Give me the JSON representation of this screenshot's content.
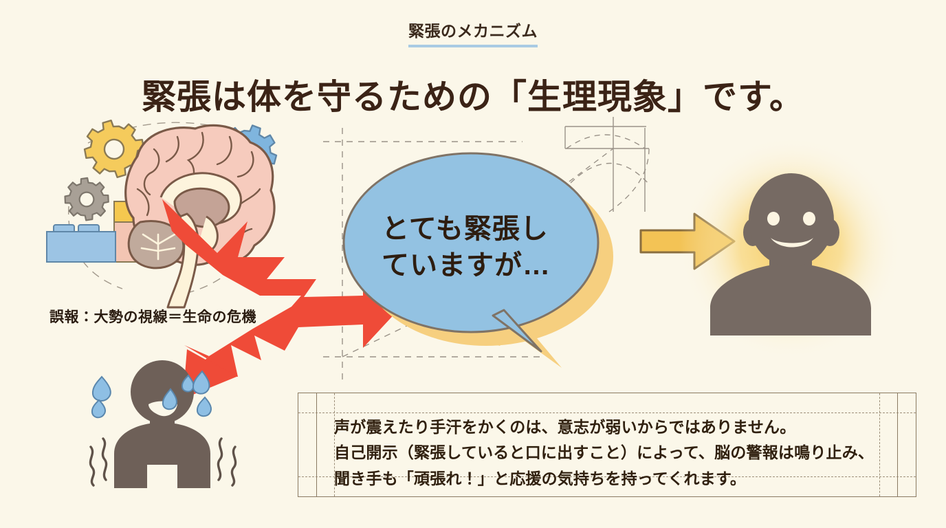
{
  "header": {
    "eyebrow": "緊張のメカニズム",
    "headline": "緊張は体を守るための「生理現象」です。",
    "underline_color": "#a9cbe3",
    "headline_color": "#3b2316"
  },
  "brain_panel": {
    "caption": "誤報：大勢の視線＝生命の危機",
    "gears": [
      {
        "name": "gear-yellow",
        "color": "#f5cb5c"
      },
      {
        "name": "gear-gray",
        "color": "#a8a096"
      },
      {
        "name": "gear-blue",
        "color": "#7fb5de"
      }
    ],
    "blocks": [
      {
        "name": "block-blue",
        "color": "#9cc4e4"
      },
      {
        "name": "block-yellow",
        "color": "#f5c84f"
      },
      {
        "name": "block-pink",
        "color": "#f3c5b3"
      }
    ],
    "brain_color": "#f6cbbd",
    "brain_outline": "#7a5a48"
  },
  "lightning": {
    "label": "red-lightning-double-arrow",
    "color": "#ef4b38"
  },
  "nervous_person": {
    "label": "nervous-person-silhouette",
    "body_color": "#6e6058",
    "sweat_color": "#8ebfe4",
    "tremble_color": "#5f5249"
  },
  "bubble": {
    "lines": [
      "とても緊張し",
      "ていますが…"
    ],
    "fill": "#93c2e2",
    "shadow_fill": "#f6cf7f",
    "stroke": "#7f7366",
    "text_color": "#2e1d10"
  },
  "transition_arrow": {
    "label": "yellow-right-arrow",
    "fill": "#f3c355",
    "stroke": "#8a6e3e"
  },
  "calm_person": {
    "label": "smiling-person-silhouette",
    "body_color": "#766a63",
    "glow_color": "#f7c95a"
  },
  "note": {
    "lines": [
      "声が震えたり手汗をかくのは、意志が弱いからではありません。",
      "自己開示（緊張していると口に出すこと）によって、脳の警報は鳴り止み、",
      "聞き手も「頑張れ！」と応援の気持ちを持ってくれます。"
    ],
    "border_color": "#8a7a62",
    "dash_color": "#9c8e78",
    "text_color": "#30200f"
  },
  "canvas": {
    "background": "#fbf7e9",
    "blueprint_line": "#9a9288"
  }
}
